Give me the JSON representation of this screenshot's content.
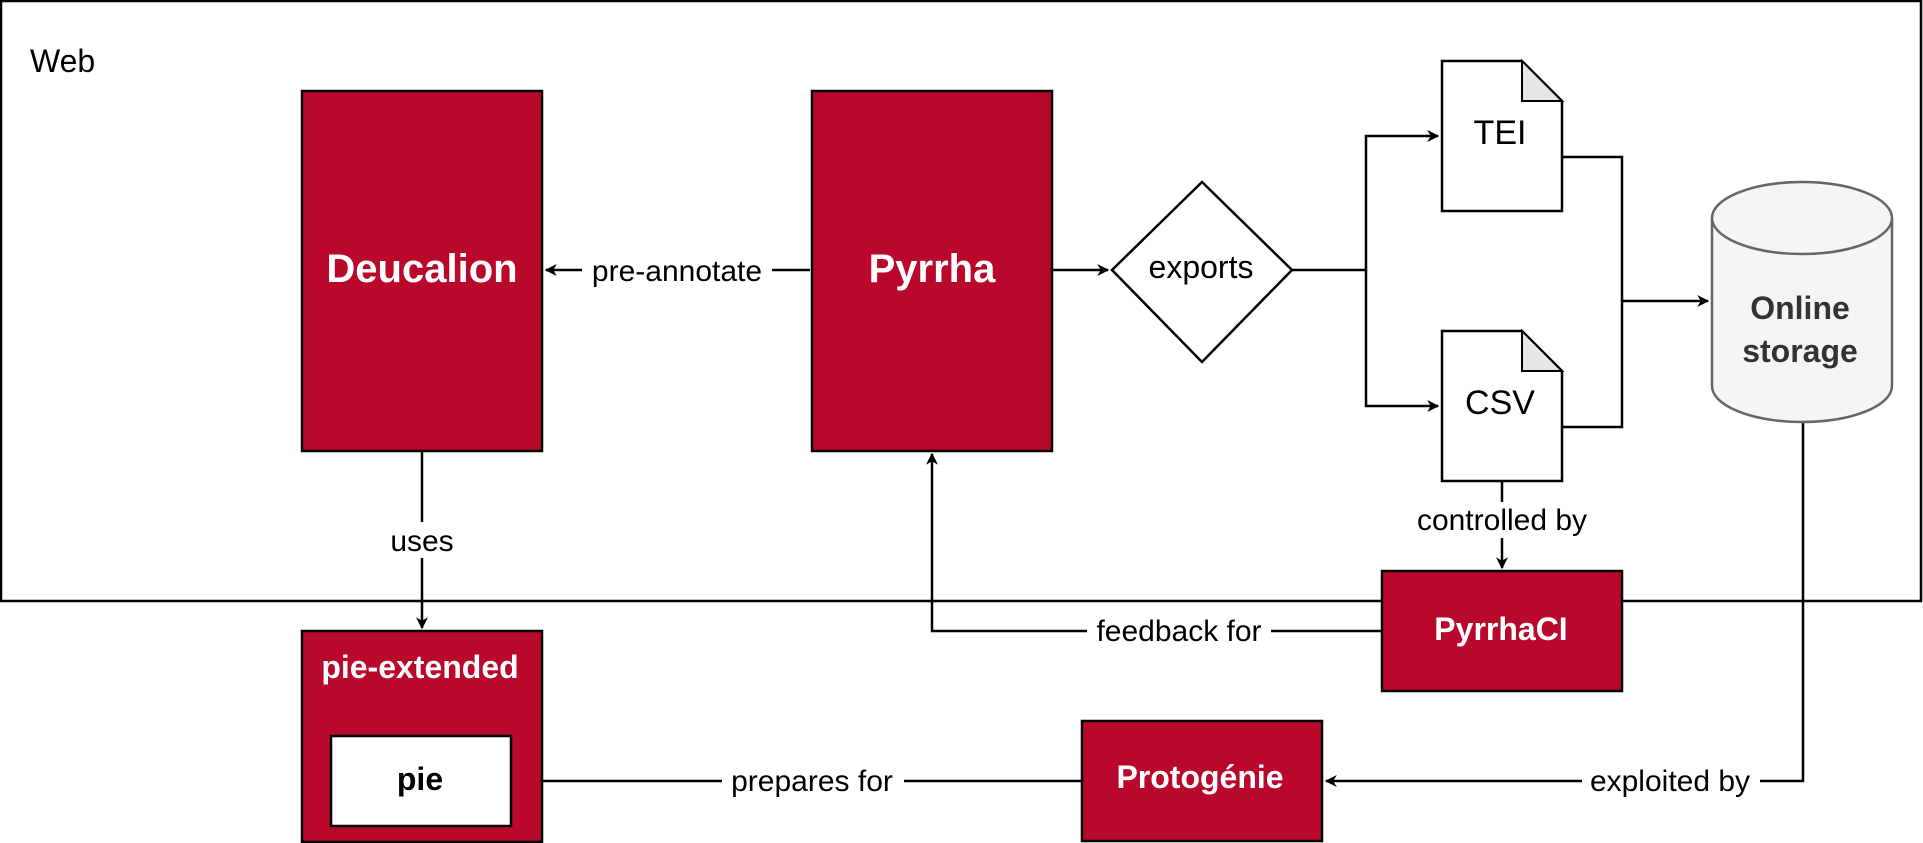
{
  "container": {
    "label": "Web"
  },
  "nodes": {
    "deucalion": {
      "label": "Deucalion"
    },
    "pyrrha": {
      "label": "Pyrrha"
    },
    "exports": {
      "label": "exports"
    },
    "tei": {
      "label": "TEI"
    },
    "csv": {
      "label": "CSV"
    },
    "storage": {
      "line1": "Online",
      "line2": "storage"
    },
    "pyrrhaci": {
      "label": "PyrrhaCI"
    },
    "pie_extended": {
      "label": "pie-extended"
    },
    "pie": {
      "label": "pie"
    },
    "protogenie": {
      "label": "Protogénie"
    }
  },
  "edges": {
    "pre_annotate": "pre-annotate",
    "uses": "uses",
    "controlled_by": "controlled by",
    "feedback_for": "feedback for",
    "prepares_for": "prepares for",
    "exploited_by": "exploited by"
  },
  "colors": {
    "accent": "#BA072C",
    "stroke": "#000000",
    "storage_fill": "#F5F5F5",
    "storage_stroke": "#666666",
    "storage_text": "#333333",
    "fold": "#E6E6E6"
  }
}
